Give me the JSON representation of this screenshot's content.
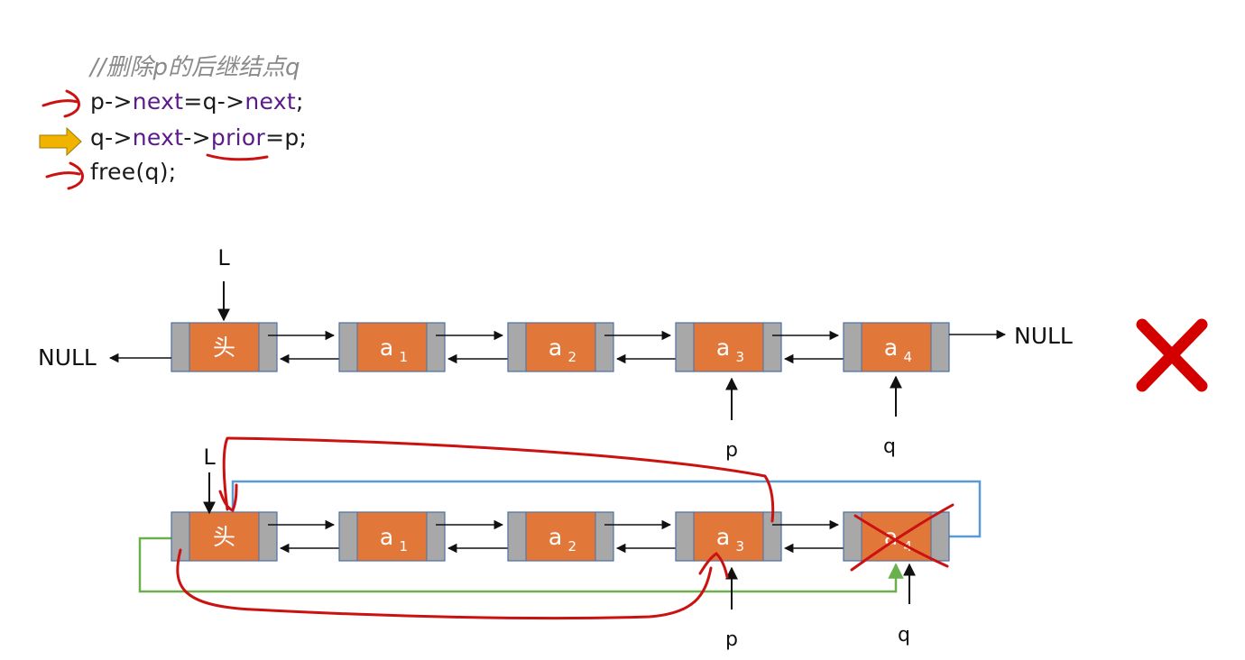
{
  "code": {
    "comment": "//删除p的后继结点q",
    "line1": {
      "a": "p->",
      "b": "next",
      "c": "=q->",
      "d": "next",
      "e": ";"
    },
    "line2": {
      "a": "q->",
      "b": "next",
      "c": "->",
      "d": "prior",
      "e": "=p;"
    },
    "line3": "free(q);"
  },
  "diagram": {
    "nodes": [
      "头",
      "a",
      "a",
      "a",
      "a"
    ],
    "subscripts": [
      "",
      "1",
      "2",
      "3",
      "4"
    ],
    "head_pointer": "L",
    "null_left": "NULL",
    "null_right": "NULL",
    "pointer_p": "p",
    "pointer_q": "q"
  },
  "colors": {
    "node_fill": "#e2773a",
    "node_side": "#a8a8a8",
    "node_border": "#4a6fa5",
    "annotation_red": "#cc1111",
    "blue_line": "#5b9bd5",
    "green_line": "#6ab04c",
    "highlight_arrow": "#f0b400",
    "wrong_mark": "#d40000"
  }
}
